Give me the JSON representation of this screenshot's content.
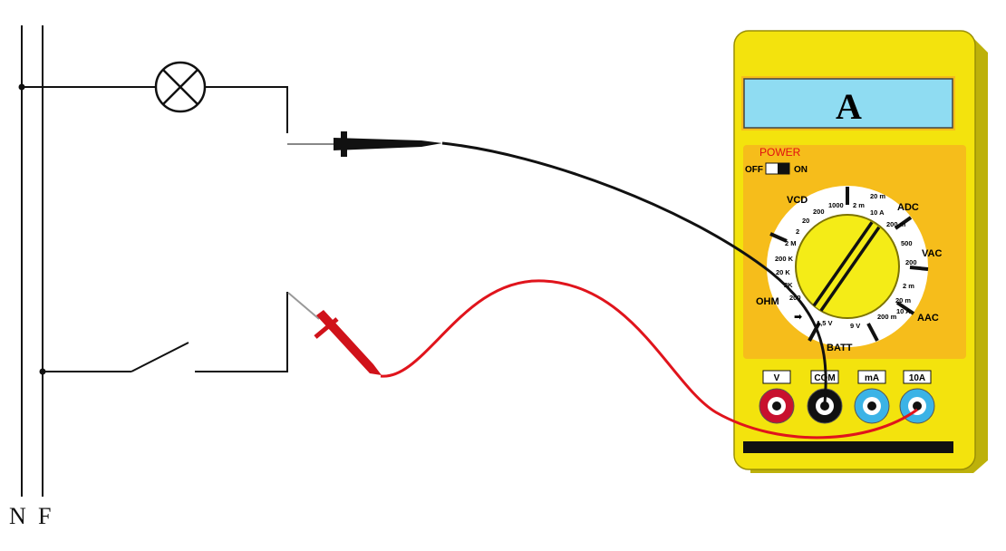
{
  "rails": {
    "neutral_label": "N",
    "phase_label": "F"
  },
  "multimeter": {
    "display_text": "A",
    "power_label": "POWER",
    "off_label": "OFF",
    "on_label": "ON",
    "ranges": {
      "vcd": "VCD",
      "adc": "ADC",
      "vac": "VAC",
      "aac": "AAC",
      "ohm": "OHM",
      "batt": "BATT"
    },
    "scale": {
      "s1000": "1000",
      "s200a": "200",
      "s20a": "20",
      "s2a": "2",
      "s2M": "2 M",
      "s200K": "200 K",
      "s20K": "20 K",
      "s2K": "2K",
      "s200b": "200",
      "s2m": "2 m",
      "s20m": "20 m",
      "s10A_adc": "10 A",
      "s200m_adc": "200 m",
      "s500": "500",
      "s200vac": "200",
      "s2m_aac": "2 m",
      "s20m_aac": "20 m",
      "s200m_aac": "200 m",
      "s10A_aac": "10 A",
      "s15v": "1,5 V",
      "s9v": "9 V"
    },
    "jacks": [
      {
        "label": "V",
        "color": "#c8102e"
      },
      {
        "label": "COM",
        "color": "#111111"
      },
      {
        "label": "mA",
        "color": "#3bb3e6"
      },
      {
        "label": "10A",
        "color": "#3bb3e6"
      }
    ]
  },
  "colors": {
    "body": "#f3e30d",
    "panel": "#f6bd1b",
    "display": "#8fdcf2",
    "red_lead": "#e0141c",
    "black_lead": "#111111"
  }
}
